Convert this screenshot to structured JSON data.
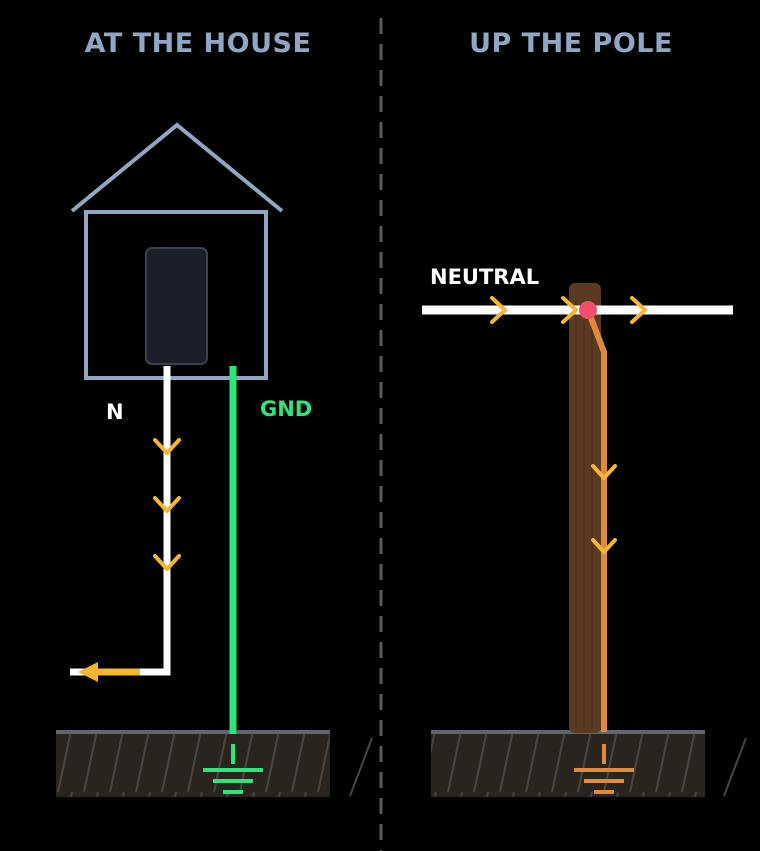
{
  "panels": {
    "house": {
      "title": "AT THE HOUSE"
    },
    "pole": {
      "title": "UP THE POLE"
    }
  },
  "labels": {
    "neutral_short": "N",
    "ground": "GND",
    "neutral_line": "NEUTRAL"
  },
  "colors": {
    "background": "#000000",
    "title": "#8FA7C4",
    "house_outline": "#8FA7C4",
    "panel_box": "#1A1F2A",
    "neutral_wire": "#FFFFFF",
    "ground_wire": "#2EE57A",
    "pole_ground_wire": "#E08A3C",
    "current_arrow": "#F5B731",
    "pole_wood": "#5A3A22",
    "bond_point": "#F0506E",
    "soil": "#2A241F",
    "soil_top": "#5E6570",
    "divider": "#5A5A5A"
  },
  "icons": {
    "house": "house-icon",
    "ground_symbol": "ground-symbol-icon",
    "utility_pole": "utility-pole-icon"
  }
}
